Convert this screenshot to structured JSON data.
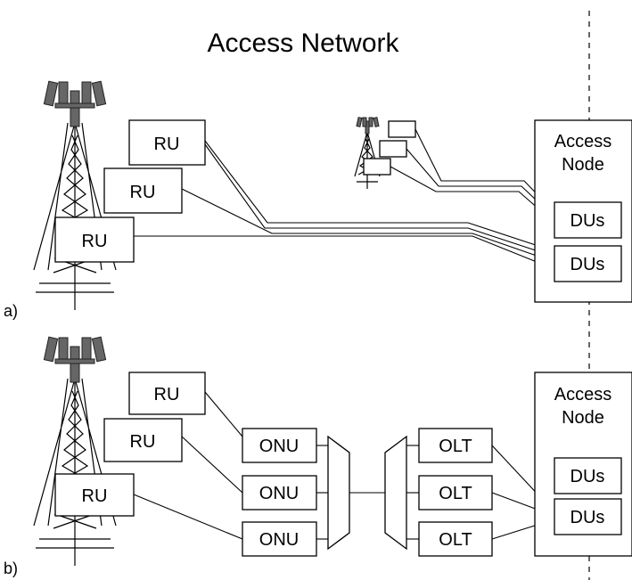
{
  "title": "Access Network",
  "panel_a": {
    "label": "a)",
    "ru_labels": [
      "RU",
      "RU",
      "RU"
    ],
    "access_node_line1": "Access",
    "access_node_line2": "Node",
    "du_labels": [
      "DUs",
      "DUs"
    ]
  },
  "panel_b": {
    "label": "b)",
    "ru_labels": [
      "RU",
      "RU",
      "RU"
    ],
    "onu_labels": [
      "ONU",
      "ONU",
      "ONU"
    ],
    "olt_labels": [
      "OLT",
      "OLT",
      "OLT"
    ],
    "access_node_line1": "Access",
    "access_node_line2": "Node",
    "du_labels": [
      "DUs",
      "DUs"
    ]
  }
}
